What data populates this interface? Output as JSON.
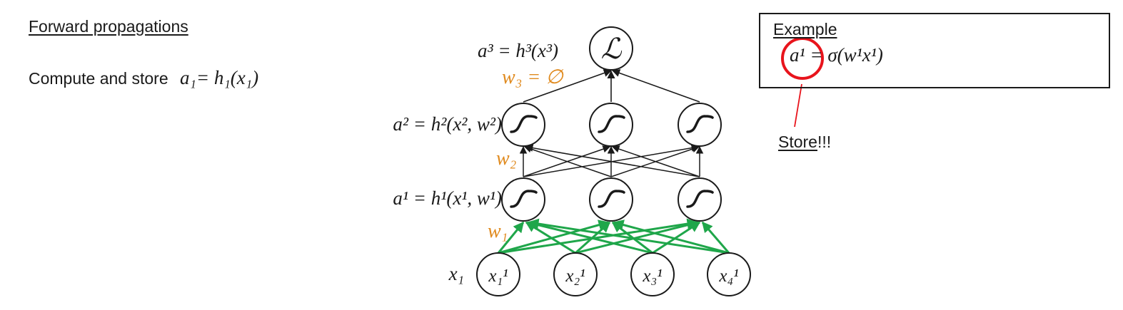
{
  "left_panel": {
    "heading": "Forward propagations",
    "compute_text": "Compute and store",
    "compute_formula": "a₁= h₁(x₁)"
  },
  "network": {
    "loss_symbol": "ℒ",
    "activation_symbol": "∫",
    "layer_equations": {
      "a3": "a³ = h³(x³)",
      "a2": "a² = h²(x², w²)",
      "a1": "a¹ = h¹(x¹, w¹)"
    },
    "weight_labels": {
      "w3": "w₃ = ∅",
      "w2": "w₂",
      "w1": "w₁"
    },
    "input_row_label": "x₁",
    "input_nodes": [
      "x₁¹",
      "x₂¹",
      "x₃¹",
      "x₄¹"
    ],
    "colors": {
      "forward_edges": "#1fa64a",
      "weights": "#e08a1e",
      "edges": "#1a1a1a"
    }
  },
  "example": {
    "title": "Example",
    "formula_highlight": "a¹",
    "formula_rest": " = σ(w¹x¹)",
    "callout": {
      "underlined": "Store",
      "rest": "!!!"
    },
    "highlight_color": "#e8141c"
  }
}
